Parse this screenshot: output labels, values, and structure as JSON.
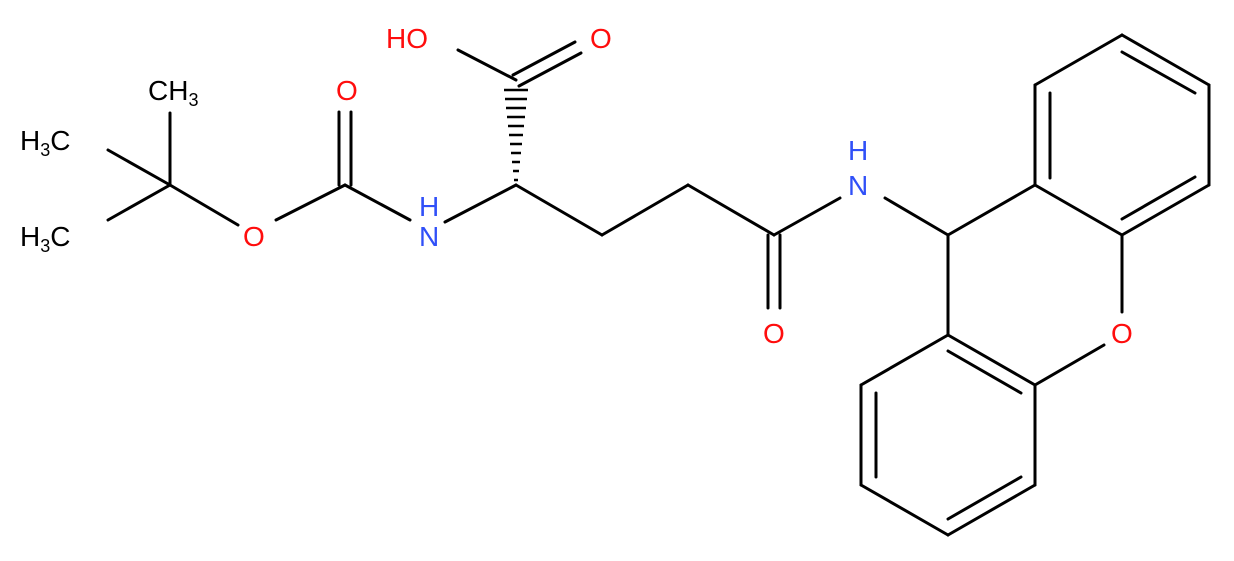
{
  "colors": {
    "bond": "#000000",
    "oxygen": "#ff0d0d",
    "nitrogen": "#3050f8",
    "carbon": "#000000",
    "background": "#ffffff"
  },
  "molecule": {
    "atoms": {
      "ch3_top": {
        "main": "CH",
        "sub": "3"
      },
      "ch3_left_upper": {
        "main": "H",
        "sub": "3",
        "tail": "C"
      },
      "ch3_left_lower": {
        "main": "H",
        "sub": "3",
        "tail": "C"
      },
      "o_boc_carbonyl": "O",
      "o_boc_ester": "O",
      "n_boc": "N",
      "h_boc": "H",
      "o_acid_oh": "HO",
      "o_acid_carbonyl": "O",
      "o_amide": "O",
      "n_amide": "N",
      "h_amide": "H",
      "o_xanthene": "O"
    }
  }
}
